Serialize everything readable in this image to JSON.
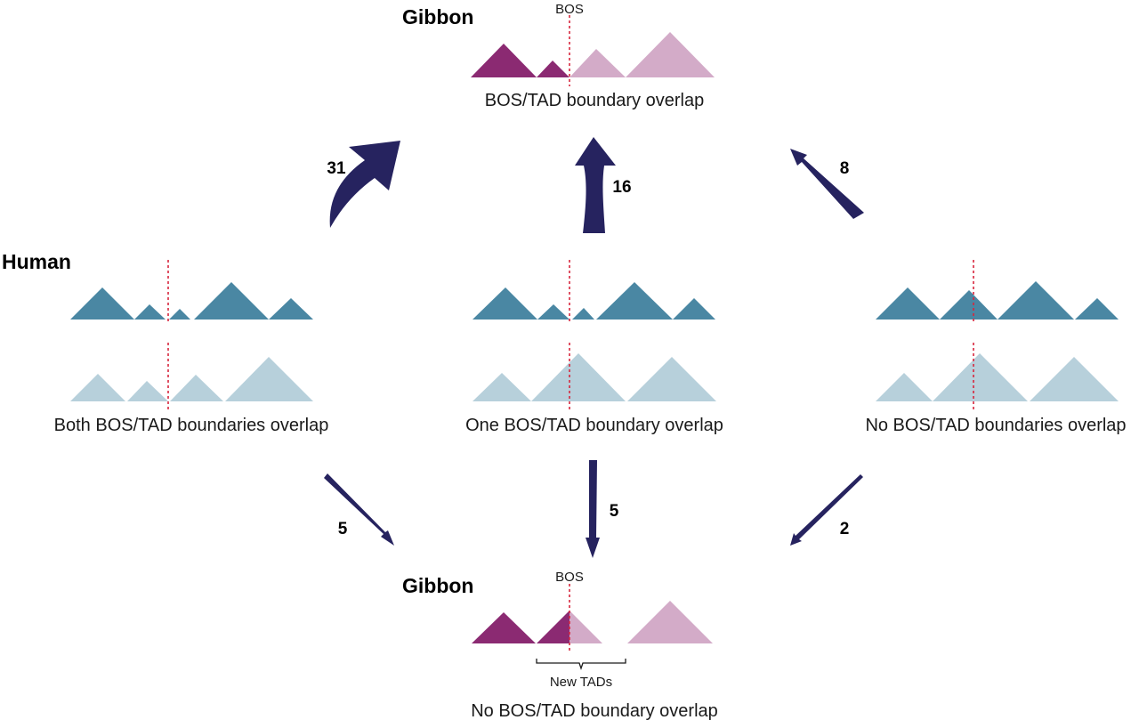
{
  "colors": {
    "human_tad": "#4a87a3",
    "human_bos_tad": "#b7d0db",
    "gibbon_dark": "#8b2a72",
    "gibbon_light": "#d3abc8",
    "arrow": "#26235f",
    "bos_line": "#d7263d"
  },
  "labels": {
    "gibbon_top": "Gibbon",
    "gibbon_bottom": "Gibbon",
    "human": "Human",
    "bos_top": "BOS",
    "bos_bottom": "BOS",
    "top_caption": "BOS/TAD boundary overlap",
    "bottom_caption": "No BOS/TAD boundary overlap",
    "new_tads": "New TADs",
    "panel_both": "Both BOS/TAD boundaries overlap",
    "panel_one": "One BOS/TAD boundary overlap",
    "panel_none": "No BOS/TAD boundaries overlap"
  },
  "arrows": {
    "both_to_top": "31",
    "one_to_top": "16",
    "none_to_top": "8",
    "both_to_bottom": "5",
    "one_to_bottom": "5",
    "none_to_bottom": "2"
  }
}
